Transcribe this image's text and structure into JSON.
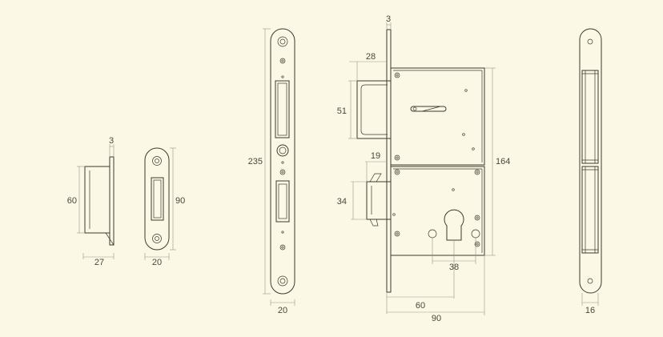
{
  "background": "#fbf8e6",
  "line_color": "#3d3a30",
  "dimension_color": "#9a9785",
  "strike_box": {
    "plate_thickness": "3",
    "height": "60",
    "depth": "27"
  },
  "strike_plate": {
    "height": "90",
    "width": "20"
  },
  "faceplate": {
    "height": "235",
    "width": "20"
  },
  "lock_body": {
    "plate_thickness": "3",
    "deadbolt_throw": "28",
    "deadbolt_height": "51",
    "latch_throw": "19",
    "latch_height": "34",
    "body_height": "164",
    "cylinder_spacing": "38",
    "backset": "60",
    "total_depth": "90"
  },
  "side_view": {
    "width": "16"
  }
}
